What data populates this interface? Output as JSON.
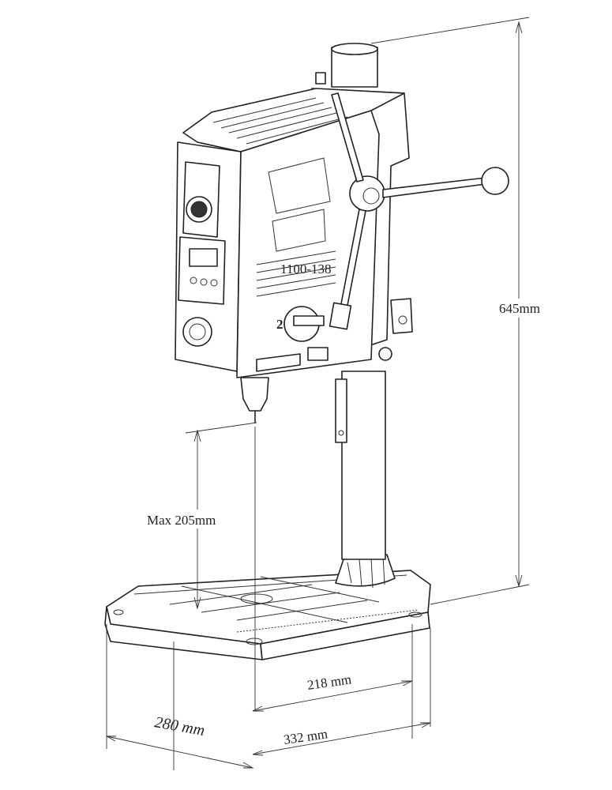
{
  "dimensions": {
    "height": "645mm",
    "max_throat": "Max 205mm",
    "table_width": "218 mm",
    "base_depth": "280 mm",
    "base_width": "332 mm"
  },
  "machine": {
    "type_plate": "1100-138",
    "speed_switch_digit": "2"
  },
  "colors": {
    "line": "#222222",
    "background": "#ffffff"
  }
}
